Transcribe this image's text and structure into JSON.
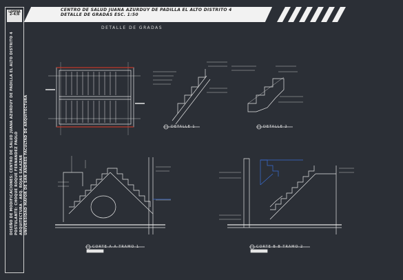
{
  "sheet": {
    "lamina_label": "LAMINA",
    "lamina_number": "2-4/8",
    "title_line1": "CENTRO DE SALUD JUANA AZURDUY DE PADILLA EL ALTO DISTRITO 4",
    "title_line2": "DETALLE DE GRADAS ESC. 1:50",
    "sidebar_lines": [
      "DISEÑO DE MODIFICACIONES: CENTRO DE SALUD JUANA AZURDUY DE PADILLA EL ALTO DISTRITO 4",
      "POSTULANTE: CHOQUE ROQUE FERNANDEZ PAOLO",
      "ARQUITECTURA - ARQ. ROJAS SALAZAR",
      "UNIVERSIDAD MAYOR DE SAN ANDRES FACULTAD DE ARQUITECTURA"
    ]
  },
  "drawing": {
    "subtitle": "DETALLE DE GRADAS",
    "captions": {
      "detail1": "DETALLE 1",
      "detail2": "DETALLE 2",
      "section1": "CORTE A-A TRAMO 1",
      "section2": "CORTE B-B TRAMO 2"
    }
  },
  "colors": {
    "background": "#2b2f36",
    "linework": "#e6e6e6",
    "accent_red": "#c0392b",
    "accent_blue": "#3a6fd8"
  }
}
